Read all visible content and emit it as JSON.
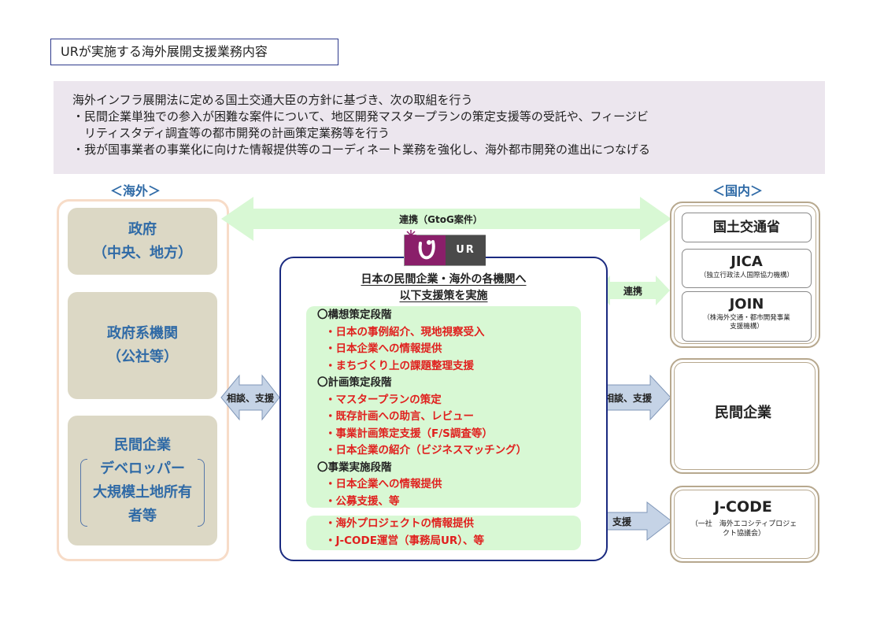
{
  "title": "URが実施する海外展開支援業務内容",
  "intro": {
    "line1": "海外インフラ展開法に定める国土交通大臣の方針に基づき、次の取組を行う",
    "bullet1a": "・民間企業単独での参入が困難な案件について、地区開発マスタープランの策定支援等の受託や、フィージビ",
    "bullet1b": "リティスタディ調査等の都市開発の計画策定業務等を行う",
    "bullet2": "・我が国事業者の事業化に向けた情報提供等のコーディネート業務を強化し、海外都市開発の進出につなげる"
  },
  "regions": {
    "overseas": "＜海外＞",
    "domestic": "＜国内＞"
  },
  "overseas": {
    "gov": [
      "政府",
      "（中央、地方）"
    ],
    "gov_agency": [
      "政府系機関",
      "（公社等）"
    ],
    "private_title": "民間企業",
    "private_bracket": [
      "デベロッパー",
      "大規模土地所有",
      "者等"
    ]
  },
  "arrows": {
    "gtog": "連携（GtoG案件）",
    "renkei": "連携",
    "consult_left": "相談、支援",
    "consult_right": "相談、支援",
    "support": "支援"
  },
  "ur": {
    "logo_text": "UR",
    "heading1": "日本の民間企業・海外の各機関へ",
    "heading2": "以下支援策を実施",
    "stages": [
      {
        "name": "〇構想策定段階",
        "items": [
          "日本の事例紹介、現地視察受入",
          "日本企業への情報提供",
          "まちづくり上の課題整理支援"
        ]
      },
      {
        "name": "〇計画策定段階",
        "items": [
          "マスタープランの策定",
          "既存計画への助言、レビュー",
          "事業計画策定支援（F/S調査等）",
          "日本企業の紹介（ビジネスマッチング）"
        ]
      },
      {
        "name": "〇事業実施段階",
        "items": [
          "日本企業への情報提供",
          "公募支援、等"
        ]
      }
    ],
    "extra_items": [
      "海外プロジェクトの情報提供",
      "J-CODE運営（事務局UR）、等"
    ]
  },
  "domestic": {
    "mlit": "国土交通省",
    "jica": {
      "name": "JICA",
      "sub": "（独立行政法人国際協力機構）"
    },
    "join": {
      "name": "JOIN",
      "sub1": "（株海外交通・都市開発事業",
      "sub2": "支援機構）"
    },
    "private": "民間企業",
    "jcode": {
      "name": "J-CODE",
      "sub1": "（一社　海外エコシティプロジェ",
      "sub2": "クト協議会）"
    }
  },
  "colors": {
    "accent_blue": "#2f6aa6",
    "red_items": "#e0201e",
    "green_panel": "#d8f8d4",
    "tan_box": "#dcd8c5",
    "navy_frame": "#1a2a80"
  }
}
